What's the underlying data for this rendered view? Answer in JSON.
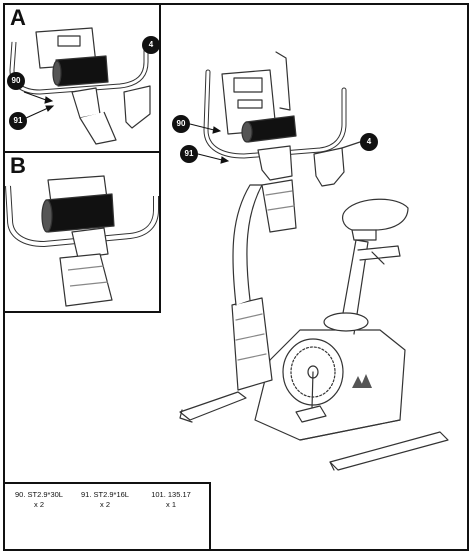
{
  "panels": {
    "a": {
      "letter": "A"
    },
    "b": {
      "letter": "B"
    }
  },
  "callouts": {
    "c90_small": "90",
    "c91_small": "91",
    "c4_small": "4",
    "c90_main": "90",
    "c91_main": "91",
    "c4_main": "4"
  },
  "parts": [
    {
      "label": "90. ST2.9*30L",
      "qty": "x 2",
      "icon": "long-screw-icon"
    },
    {
      "label": "91. ST2.9*16L",
      "qty": "x 2",
      "icon": "short-screw-icon"
    },
    {
      "label": "101. 135.17",
      "qty": "x 1",
      "icon": "cross-wrench-icon"
    }
  ]
}
